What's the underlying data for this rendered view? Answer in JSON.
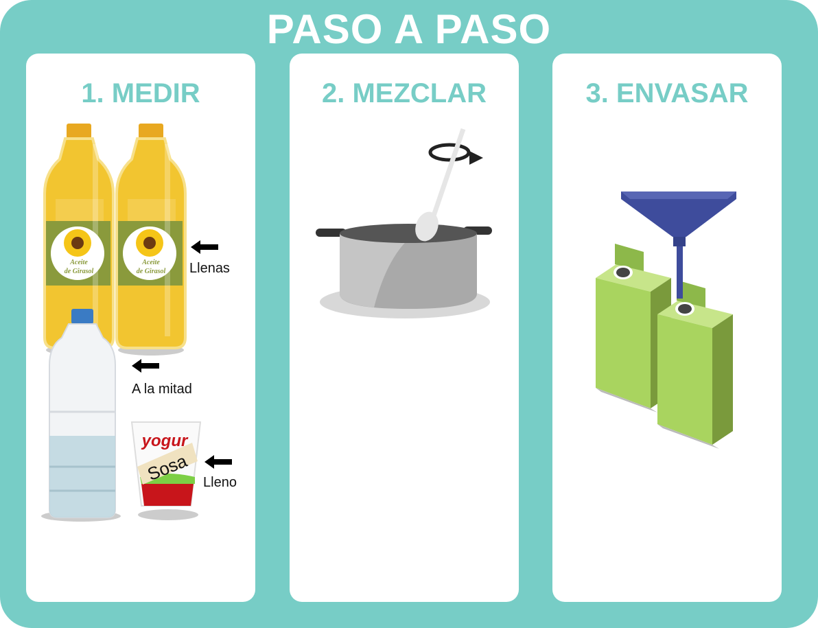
{
  "title": "PASO A PASO",
  "steps": [
    {
      "heading": "1. MEDIR",
      "labels": {
        "oil": "Llenas",
        "water": "A la mitad",
        "sosa": "Lleno"
      }
    },
    {
      "heading": "2. MEZCLAR"
    },
    {
      "heading": "3. ENVASAR"
    }
  ],
  "product_text": {
    "oil_label_line1": "Aceite",
    "oil_label_line2": "de Girasol",
    "yogurt_brand": "yogur",
    "yogurt_sticker": "Sosa"
  },
  "colors": {
    "teal": "#77cdc6",
    "oil": "#f2c530",
    "label_green": "#8a9a3c",
    "carton": "#a9d45f",
    "funnel": "#3e4c9c"
  }
}
